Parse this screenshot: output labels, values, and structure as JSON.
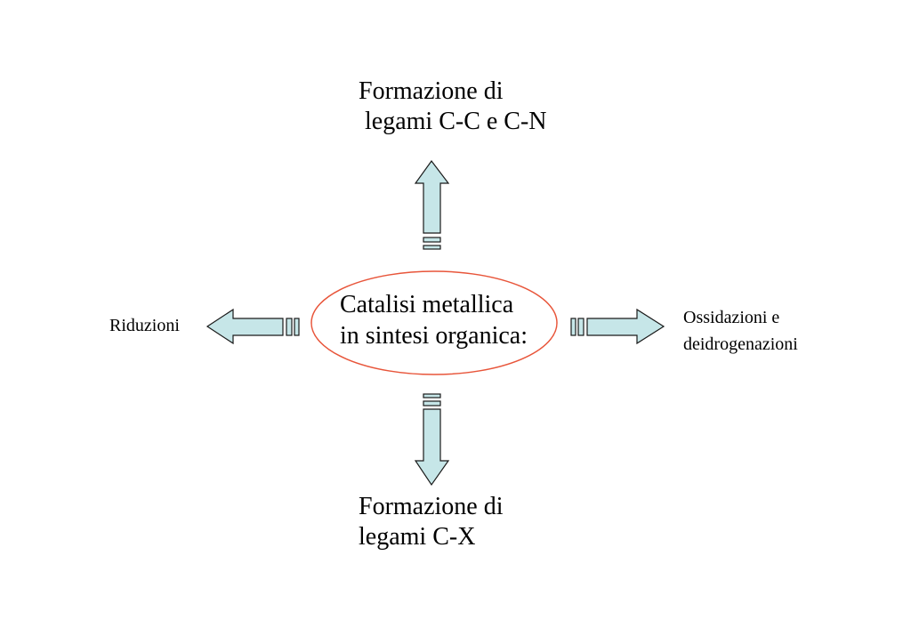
{
  "center": {
    "line1": "Catalisi metallica",
    "line2": "in sintesi organica:"
  },
  "top": {
    "line1": "Formazione di",
    "line2": " legami C-C e C-N"
  },
  "bottom": {
    "line1": "Formazione di",
    "line2": "legami C-X"
  },
  "left": {
    "label": "Riduzioni"
  },
  "right": {
    "line1": "Ossidazioni e",
    "line2": "deidrogenazioni"
  },
  "colors": {
    "arrow_fill": "#c6e6e8",
    "arrow_stroke": "#1a1a1a",
    "ellipse_stroke": "#e8553a"
  }
}
